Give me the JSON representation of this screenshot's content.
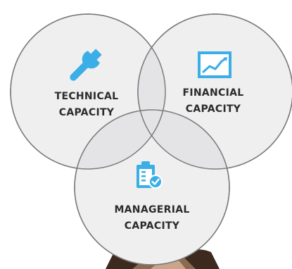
{
  "diagram": {
    "circles": [
      {
        "id": "technical",
        "lines": [
          "TECHNICAL",
          "CAPACITY"
        ],
        "icon": "wrench-icon"
      },
      {
        "id": "financial",
        "lines": [
          "FINANCIAL",
          "CAPACITY"
        ],
        "icon": "chart-icon"
      },
      {
        "id": "managerial",
        "lines": [
          "MANAGERIAL",
          "CAPACITY"
        ],
        "icon": "clipboard-check-icon"
      }
    ],
    "colors": {
      "circle_fill": "#efefef",
      "circle_stroke": "#7b7b7b",
      "overlap_fill": "#e4e4e7",
      "icon": "#3aaee6",
      "text": "#2b2b2b",
      "photo_hair": "#3d2a1f"
    }
  }
}
